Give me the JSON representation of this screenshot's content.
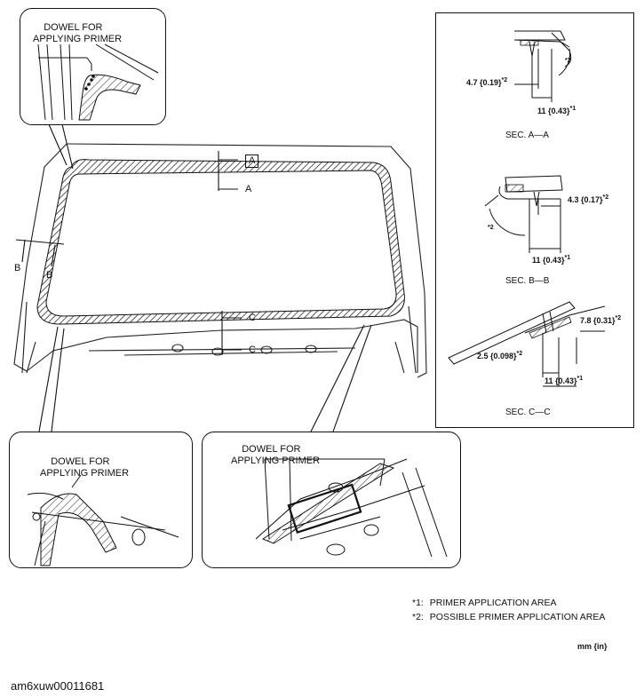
{
  "callouts": {
    "top_left": {
      "title": "DOWEL FOR\nAPPLYING PRIMER"
    },
    "bottom_left": {
      "title": "DOWEL FOR\nAPPLYING PRIMER"
    },
    "bottom_right": {
      "title": "DOWEL FOR\nAPPLYING PRIMER"
    }
  },
  "section_markers": {
    "a_top": "A",
    "a_bottom": "A",
    "b_left": "B",
    "b_right": "B",
    "c_top": "C",
    "c_bottom": "C"
  },
  "sections": [
    {
      "title": "SEC. A—A",
      "dim1": "4.7 {0.19}",
      "dim1_sup": "*2",
      "dim2": "11 {0.43}",
      "dim2_sup": "*1",
      "angle_sup": "*2"
    },
    {
      "title": "SEC. B—B",
      "dim1": "4.3 {0.17}",
      "dim1_sup": "*2",
      "dim2": "11 {0.43}",
      "dim2_sup": "*1",
      "angle_sup": "*2"
    },
    {
      "title": "SEC. C—C",
      "dim1": "7.8 {0.31}",
      "dim1_sup": "*2",
      "dim2": "2.5 {0.098}",
      "dim2_sup": "*2",
      "dim3": "11 {0.43}",
      "dim3_sup": "*1"
    }
  ],
  "legend": [
    {
      "key": "*1:",
      "text": "PRIMER APPLICATION AREA"
    },
    {
      "key": "*2:",
      "text": "POSSIBLE PRIMER APPLICATION AREA"
    }
  ],
  "units": "mm {in}",
  "document_id": "am6xuw00011681"
}
